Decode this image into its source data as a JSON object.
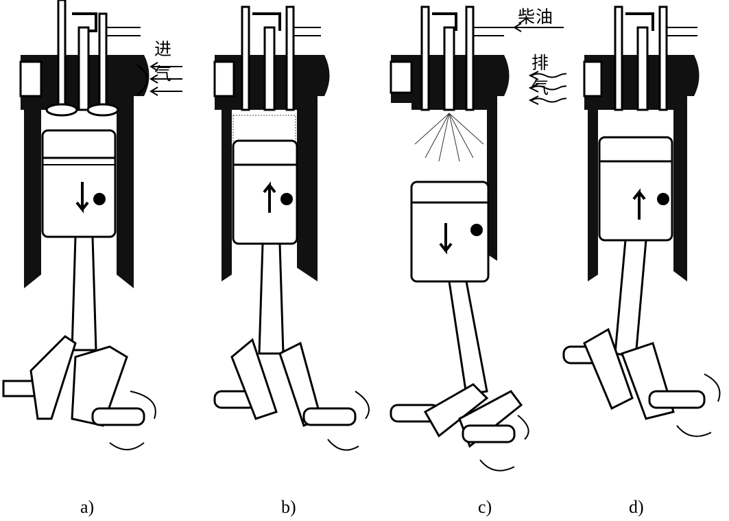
{
  "panels": [
    {
      "caption": "a)",
      "piston": "down",
      "label": "进气",
      "flow": "in-arrows"
    },
    {
      "caption": "b)",
      "piston": "up"
    },
    {
      "caption": "c)",
      "piston": "down",
      "label_top": "柴油",
      "label": "排气",
      "flow": "wavy-arrows"
    },
    {
      "caption": "d)",
      "piston": "up"
    }
  ],
  "labels": {
    "intake": "进气",
    "diesel": "柴油",
    "exhaust": "排气"
  },
  "colors": {
    "ink": "#000000",
    "paper": "#ffffff",
    "hatch": "#222222"
  }
}
